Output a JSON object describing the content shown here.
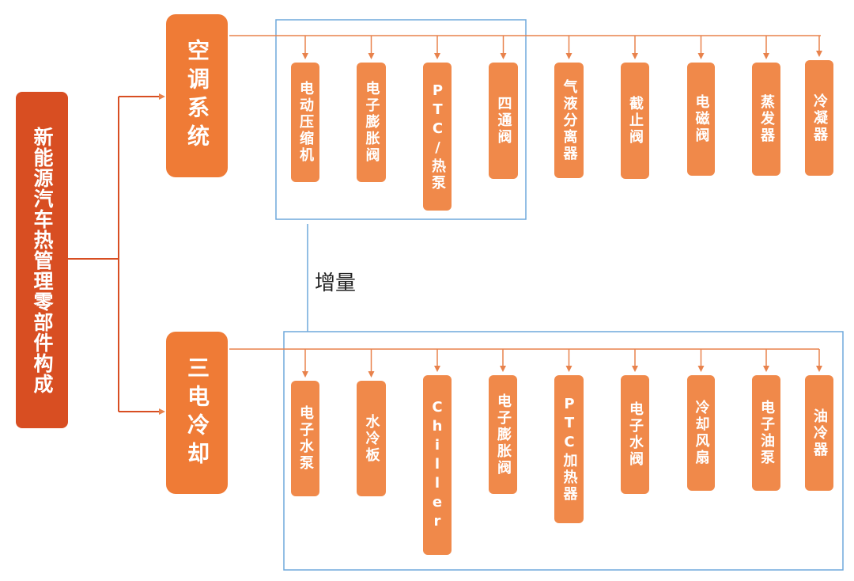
{
  "root": {
    "label": "新能源汽车热管理零部件构成"
  },
  "categories": [
    {
      "label": "空调系统"
    },
    {
      "label": "三电冷却"
    }
  ],
  "ac_parts": [
    {
      "label": "电动压缩机"
    },
    {
      "label": "电子膨胀阀"
    },
    {
      "label": "PTC/热泵"
    },
    {
      "label": "四通阀"
    },
    {
      "label": "气液分离器"
    },
    {
      "label": "截止阀"
    },
    {
      "label": "电磁阀"
    },
    {
      "label": "蒸发器"
    },
    {
      "label": "冷凝器"
    }
  ],
  "cooling_parts": [
    {
      "label": "电子水泵"
    },
    {
      "label": "水冷板"
    },
    {
      "label": "Chiller"
    },
    {
      "label": "电子膨胀阀"
    },
    {
      "label": "PTC加热器"
    },
    {
      "label": "电子水阀"
    },
    {
      "label": "冷却风扇"
    },
    {
      "label": "电子油泵"
    },
    {
      "label": "油冷器"
    }
  ],
  "note": {
    "label": "增量"
  },
  "colors": {
    "root": "#d84e22",
    "category": "#ef7b36",
    "part": "#f0894a",
    "connector": "#e8824c",
    "highlight_frame": "#6fa8dc"
  }
}
